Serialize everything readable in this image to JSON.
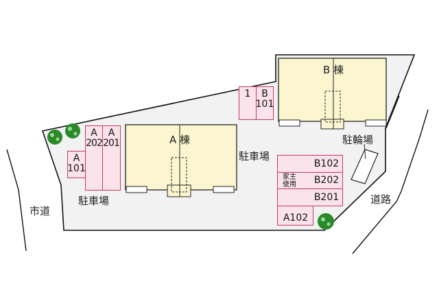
{
  "diagram": {
    "type": "site-plan",
    "colors": {
      "site_fill": "#f2f2f2",
      "boundary": "#111111",
      "building_fill": "#fbf6cf",
      "parking_fill": "#fbe3ec",
      "parking_border": "#c23a5a",
      "tree": "#2a8a2a"
    },
    "buildings": [
      {
        "id": "A",
        "label": "A 棟"
      },
      {
        "id": "B",
        "label": "B 棟"
      }
    ],
    "labels": {
      "parking_left": "駐車場",
      "parking_center": "駐車場",
      "bicycle_parking": "駐輪場",
      "city_road": "市道",
      "road": "道路"
    },
    "parking_spaces": {
      "left": [
        {
          "line1": "A",
          "line2": "101"
        },
        {
          "line1": "A",
          "line2": "202"
        },
        {
          "line1": "A",
          "line2": "201"
        }
      ],
      "top": [
        {
          "line1": "1",
          "line2": ""
        },
        {
          "line1": "B",
          "line2": "101"
        }
      ],
      "right": [
        {
          "label": "B102",
          "note": ""
        },
        {
          "label": "B202",
          "note": "家主\n使用"
        },
        {
          "label": "B201",
          "note": ""
        },
        {
          "label": "A102",
          "note": ""
        }
      ]
    },
    "note_owner_use": {
      "line1": "家主",
      "line2": "使用"
    },
    "trees": 3
  }
}
